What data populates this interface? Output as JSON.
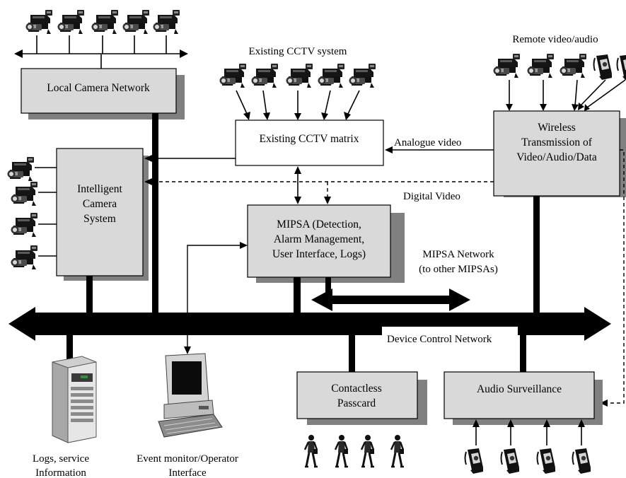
{
  "diagram": {
    "nodes": {
      "local_camera_network": {
        "label": "Local Camera Network",
        "shaded": true
      },
      "existing_cctv_matrix": {
        "label": "Existing CCTV matrix",
        "shaded": false
      },
      "intelligent_camera_system": {
        "lines": [
          "Intelligent",
          "Camera",
          "System"
        ],
        "shaded": true
      },
      "mipsa": {
        "lines": [
          "MIPSA (Detection,",
          "Alarm Management,",
          "User Interface, Logs)"
        ],
        "shaded": true
      },
      "wireless_transmission": {
        "lines": [
          "Wireless",
          "Transmission of",
          "Video/Audio/Data"
        ],
        "shaded": true
      },
      "contactless_passcard": {
        "lines": [
          "Contactless",
          "Passcard"
        ],
        "shaded": true
      },
      "audio_surveillance": {
        "label": "Audio Surveillance",
        "shaded": true
      }
    },
    "labels": {
      "existing_cctv_system": "Existing CCTV system",
      "remote_video_audio": "Remote video/audio",
      "analogue_video": "Analogue video",
      "digital_video": "Digital Video",
      "mipsa_network": [
        "MIPSA Network",
        "(to other MIPSAs)"
      ],
      "device_control_network": "Device Control Network",
      "logs_service": [
        "Logs, service",
        "Information"
      ],
      "event_monitor": [
        "Event monitor/Operator",
        "Interface"
      ]
    },
    "device_icons": {
      "camera": "video-camera-icon",
      "microphone": "microphone-icon",
      "server": "server-tower-icon",
      "workstation": "computer-workstation-icon",
      "person": "walking-person-icon"
    },
    "colors": {
      "box_fill": "#d9d9d9",
      "shadow": "#808080",
      "line": "#000000"
    }
  }
}
